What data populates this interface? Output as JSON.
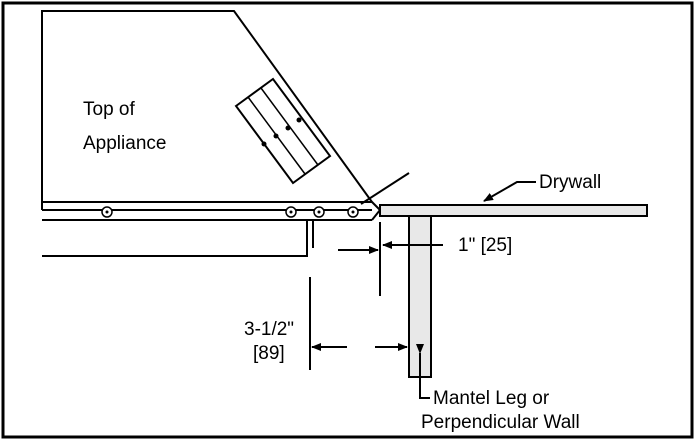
{
  "labels": {
    "appliance_top_line1": "Top of",
    "appliance_top_line2": "Appliance",
    "drywall": "Drywall",
    "clearance_1": "1\" [25]",
    "clearance_2_line1": "3-1/2\"",
    "clearance_2_line2": "[89]",
    "mantel_line1": "Mantel Leg or",
    "mantel_line2": "Perpendicular Wall"
  }
}
